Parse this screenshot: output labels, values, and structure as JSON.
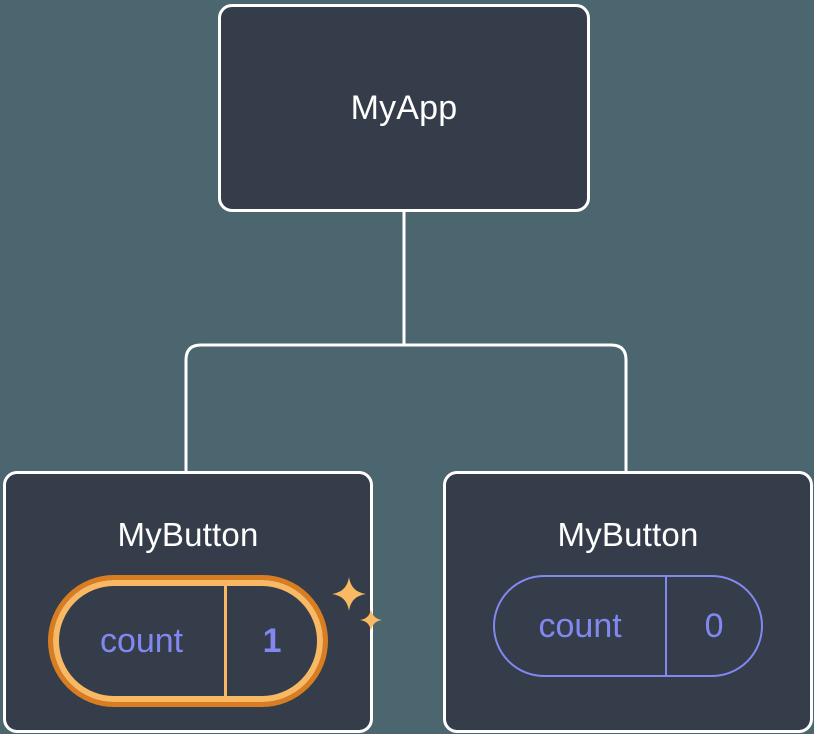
{
  "diagram": {
    "type": "component-tree",
    "background_color": "#4c6670",
    "node_fill_color": "#353c4a",
    "node_border_color": "#ffffff",
    "connector_color": "#ffffff",
    "accent_color": "#8189f0",
    "highlight_outer_color": "#d87d22",
    "highlight_inner_color": "#f9b964",
    "root": {
      "title": "MyApp"
    },
    "children": [
      {
        "title": "MyButton",
        "state": {
          "key": "count",
          "value": "1"
        },
        "highlighted": true,
        "sparkles": 2
      },
      {
        "title": "MyButton",
        "state": {
          "key": "count",
          "value": "0"
        },
        "highlighted": false,
        "sparkles": 0
      }
    ]
  }
}
